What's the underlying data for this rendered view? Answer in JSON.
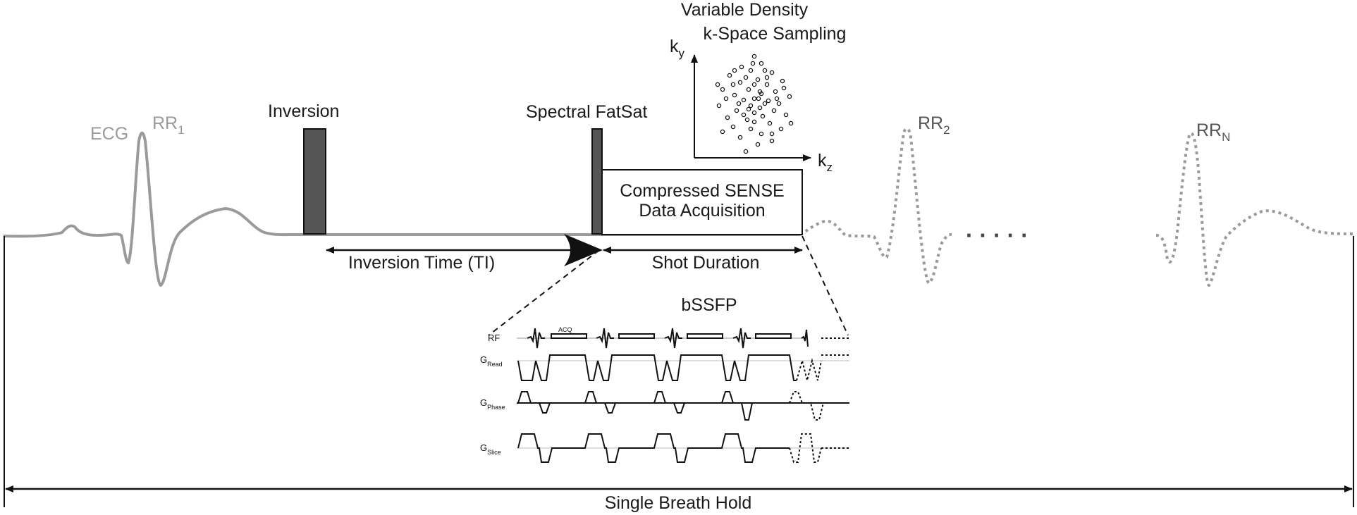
{
  "ecg": {
    "label": "ECG",
    "rr1": {
      "main": "RR",
      "sub": "1"
    },
    "rr2": {
      "main": "RR",
      "sub": "2"
    },
    "rrn": {
      "main": "RR",
      "sub": "N"
    },
    "ellipsis": "·  ·  ·  ·  ·"
  },
  "pulses": {
    "inversion": "Inversion",
    "fatsat": "Spectral FatSat"
  },
  "kspace": {
    "title_line1": "Variable Density",
    "title_line2": "k-Space Sampling",
    "ky": {
      "main": "k",
      "sub": "y"
    },
    "kz": {
      "main": "k",
      "sub": "z"
    }
  },
  "acquisition": {
    "line1": "Compressed SENSE",
    "line2": "Data Acquisition"
  },
  "timing": {
    "inversion_time": "Inversion Time (TI)",
    "shot_duration": "Shot Duration",
    "breath_hold": "Single Breath Hold"
  },
  "bssfp": {
    "title": "bSSFP",
    "rf": "RF",
    "acq": "ACQ",
    "g_read": {
      "main": "G",
      "sub": "Read"
    },
    "g_phase": {
      "main": "G",
      "sub": "Phase"
    },
    "g_slice": {
      "main": "G",
      "sub": "Slice"
    }
  },
  "colors": {
    "ecg_gray": "#9a9a9a",
    "pulse_fill": "#555555",
    "ink": "#111111"
  }
}
